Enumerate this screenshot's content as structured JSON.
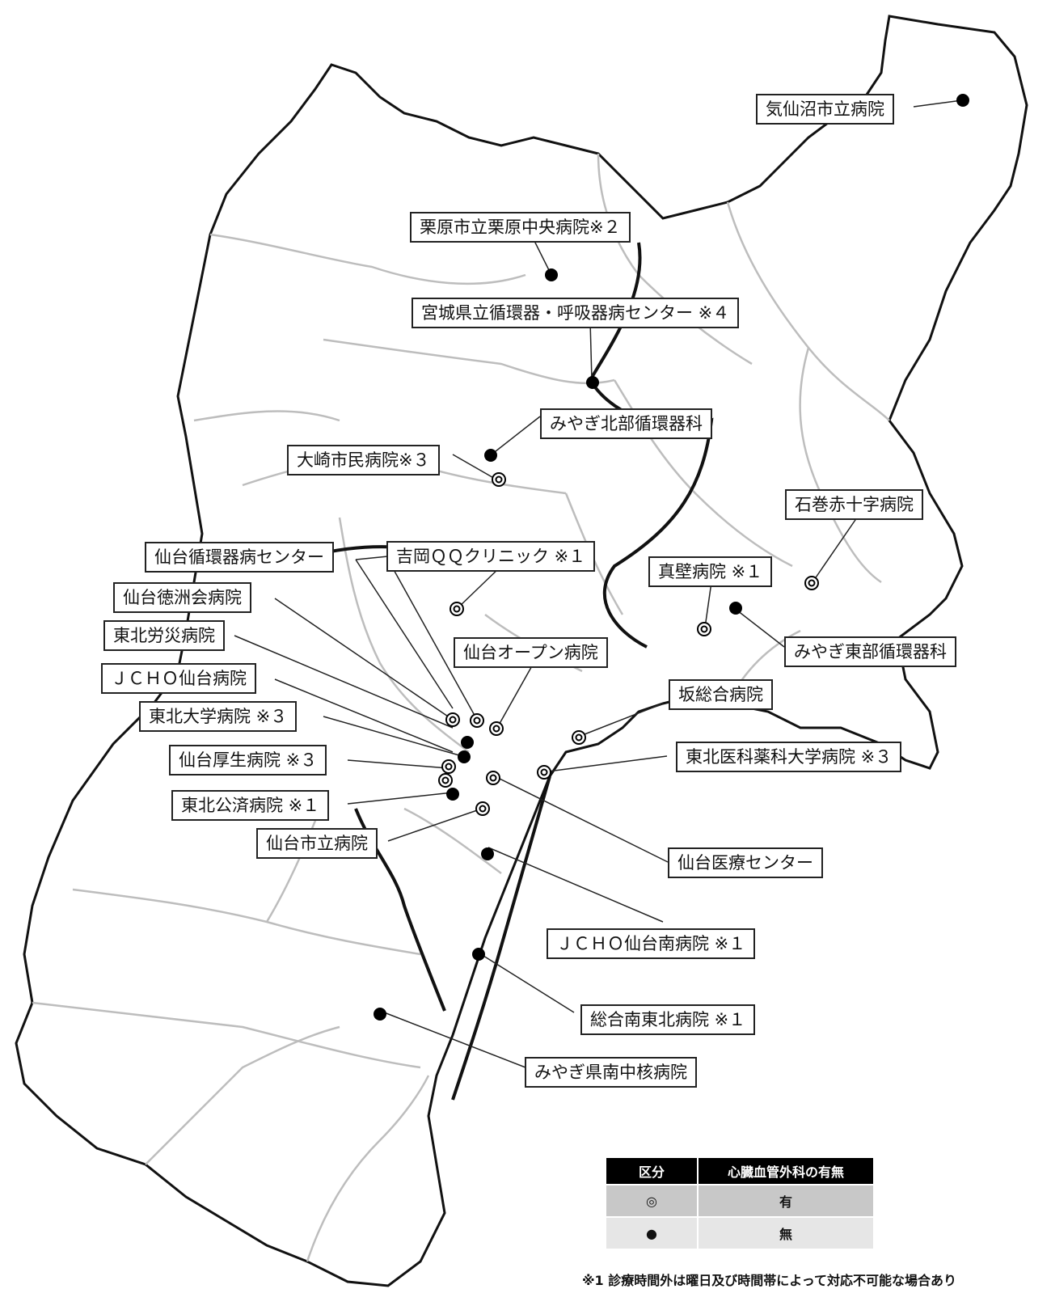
{
  "map": {
    "hospitals": [
      {
        "label": "気仙沼市立病院",
        "symbol": "●"
      },
      {
        "label": "栗原市立栗原中央病院※２",
        "symbol": "●"
      },
      {
        "label": "宮城県立循環器・呼吸器病センター ※４",
        "symbol": "●"
      },
      {
        "label": "みやぎ北部循環器科",
        "symbol": "●"
      },
      {
        "label": "大崎市民病院※３",
        "symbol": "◎"
      },
      {
        "label": "石巻赤十字病院",
        "symbol": "◎"
      },
      {
        "label": "仙台循環器病センター",
        "symbol": "◎"
      },
      {
        "label": "吉岡ＱＱクリニック ※１",
        "symbol": "◎"
      },
      {
        "label": "真壁病院 ※１",
        "symbol": "◎"
      },
      {
        "label": "仙台徳洲会病院",
        "symbol": "◎"
      },
      {
        "label": "みやぎ東部循環器科",
        "symbol": "●"
      },
      {
        "label": "東北労災病院",
        "symbol": "●"
      },
      {
        "label": "仙台オープン病院",
        "symbol": "◎"
      },
      {
        "label": "ＪＣＨＯ仙台病院",
        "symbol": "●"
      },
      {
        "label": "坂総合病院",
        "symbol": "◎"
      },
      {
        "label": "東北大学病院 ※３",
        "symbol": "◎"
      },
      {
        "label": "仙台厚生病院 ※３",
        "symbol": "◎"
      },
      {
        "label": "東北医科薬科大学病院 ※３",
        "symbol": "◎"
      },
      {
        "label": "東北公済病院 ※１",
        "symbol": "●"
      },
      {
        "label": "仙台市立病院",
        "symbol": "◎"
      },
      {
        "label": "仙台医療センター",
        "symbol": "◎"
      },
      {
        "label": "ＪＣＨＯ仙台南病院 ※１",
        "symbol": "●"
      },
      {
        "label": "総合南東北病院 ※１",
        "symbol": "●"
      },
      {
        "label": "みやぎ県南中核病院",
        "symbol": "●"
      }
    ]
  },
  "legend": {
    "header_category": "区分",
    "header_surgery": "心臓血管外科の有無",
    "rows": [
      {
        "symbol": "◎",
        "value": "有"
      },
      {
        "symbol": "●",
        "value": "無"
      }
    ]
  },
  "footnote": "※1 診療時間外は曜日及び時間帯によって対応不可能な場合あり",
  "colors": {
    "outline": "#111111",
    "boundary": "#bdbdbd",
    "marker": "#000000"
  }
}
